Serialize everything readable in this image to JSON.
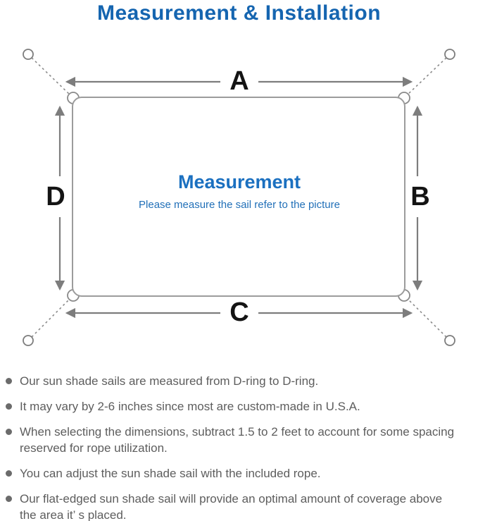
{
  "title": "Measurement & Installation",
  "diagram": {
    "labels": {
      "top": "A",
      "right": "B",
      "bottom": "C",
      "left": "D"
    },
    "center_heading": "Measurement",
    "center_subtitle": "Please measure the sail refer to the picture"
  },
  "colors": {
    "accent_blue": "#1565b0",
    "center_blue": "#1b70c0",
    "line_gray": "#7d7d7d",
    "text_gray": "#5d5d5d"
  },
  "notes": {
    "items": [
      "Our sun shade sails are measured from D-ring to D-ring.",
      "It may vary by 2-6 inches since most are custom-made in U.S.A.",
      "When selecting the dimensions, subtract 1.5 to 2 feet to account for some spacing\nreserved for rope utilization.",
      "You can adjust the sun shade sail with the included rope.",
      "Our flat-edged sun shade sail will provide an optimal amount of coverage above\nthe area it’ s placed."
    ]
  }
}
